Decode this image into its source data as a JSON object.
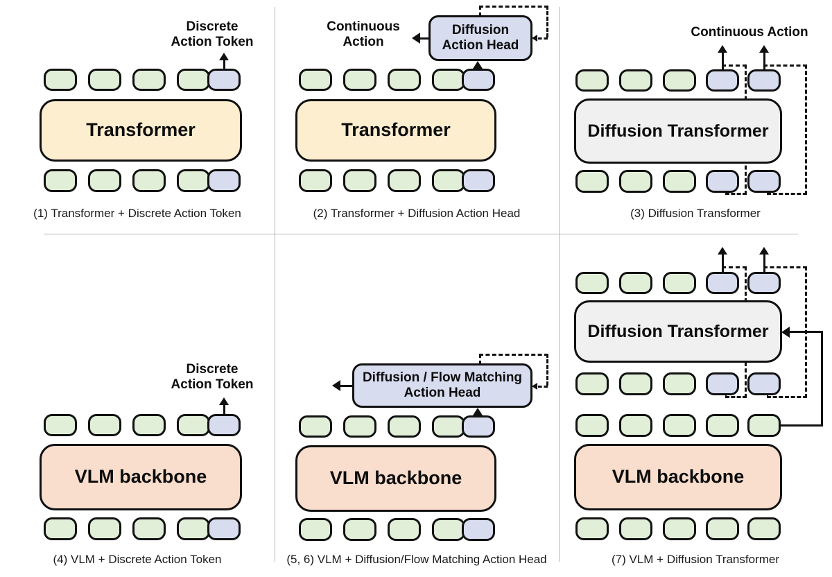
{
  "figure": {
    "title": "VLA architecture taxonomy",
    "colors": {
      "token_normal": "#e1eed8",
      "token_action": "#d7dcef",
      "transformer": "#fdeed0",
      "vlm_backbone": "#f9ddcd",
      "diffusion_transformer": "#f0f0f0",
      "action_head": "#d7dcef",
      "stroke": "#111111",
      "divider": "#b7b7b7"
    }
  },
  "panels": [
    {
      "id": "p1",
      "caption": "(1) Transformer + Discrete Action Token",
      "backbone_label": "Transformer",
      "output_label": "Discrete\nAction Token",
      "top_tokens": [
        "green",
        "green",
        "green",
        "green",
        "blue"
      ],
      "bottom_tokens": [
        "green",
        "green",
        "green",
        "green",
        "blue"
      ]
    },
    {
      "id": "p2",
      "caption": "(2) Transformer + Diffusion Action Head",
      "backbone_label": "Transformer",
      "head_label": "Diffusion\nAction Head",
      "output_label": "Continuous\nAction",
      "top_tokens": [
        "green",
        "green",
        "green",
        "green",
        "blue"
      ],
      "bottom_tokens": [
        "green",
        "green",
        "green",
        "green",
        "blue"
      ]
    },
    {
      "id": "p3",
      "caption": "(3) Diffusion Transformer",
      "backbone_label": "Diffusion\nTransformer",
      "output_label": "Continuous Action",
      "top_tokens": [
        "green",
        "green",
        "green",
        "blue",
        "blue"
      ],
      "bottom_tokens": [
        "green",
        "green",
        "green",
        "blue",
        "blue"
      ]
    },
    {
      "id": "p4",
      "caption": "(4) VLM + Discrete Action Token",
      "backbone_label": "VLM backbone",
      "output_label": "Discrete\nAction Token",
      "top_tokens": [
        "green",
        "green",
        "green",
        "green",
        "blue"
      ],
      "bottom_tokens": [
        "green",
        "green",
        "green",
        "green",
        "blue"
      ]
    },
    {
      "id": "p5",
      "caption": "(5, 6) VLM + Diffusion/Flow Matching Action Head",
      "backbone_label": "VLM backbone",
      "head_label": "Diffusion / Flow Matching\nAction Head",
      "top_tokens": [
        "green",
        "green",
        "green",
        "green",
        "blue"
      ],
      "bottom_tokens": [
        "green",
        "green",
        "green",
        "green",
        "blue"
      ]
    },
    {
      "id": "p7",
      "caption": "(7) VLM + Diffusion Transformer",
      "backbone_label": "VLM backbone",
      "dit_label": "Diffusion\nTransformer",
      "dit_top_tokens": [
        "green",
        "green",
        "green",
        "blue",
        "blue"
      ],
      "dit_bottom_tokens": [
        "green",
        "green",
        "green",
        "blue",
        "blue"
      ],
      "vlm_top_tokens": [
        "green",
        "green",
        "green",
        "green",
        "green"
      ],
      "vlm_bottom_tokens": [
        "green",
        "green",
        "green",
        "green",
        "green"
      ]
    }
  ]
}
